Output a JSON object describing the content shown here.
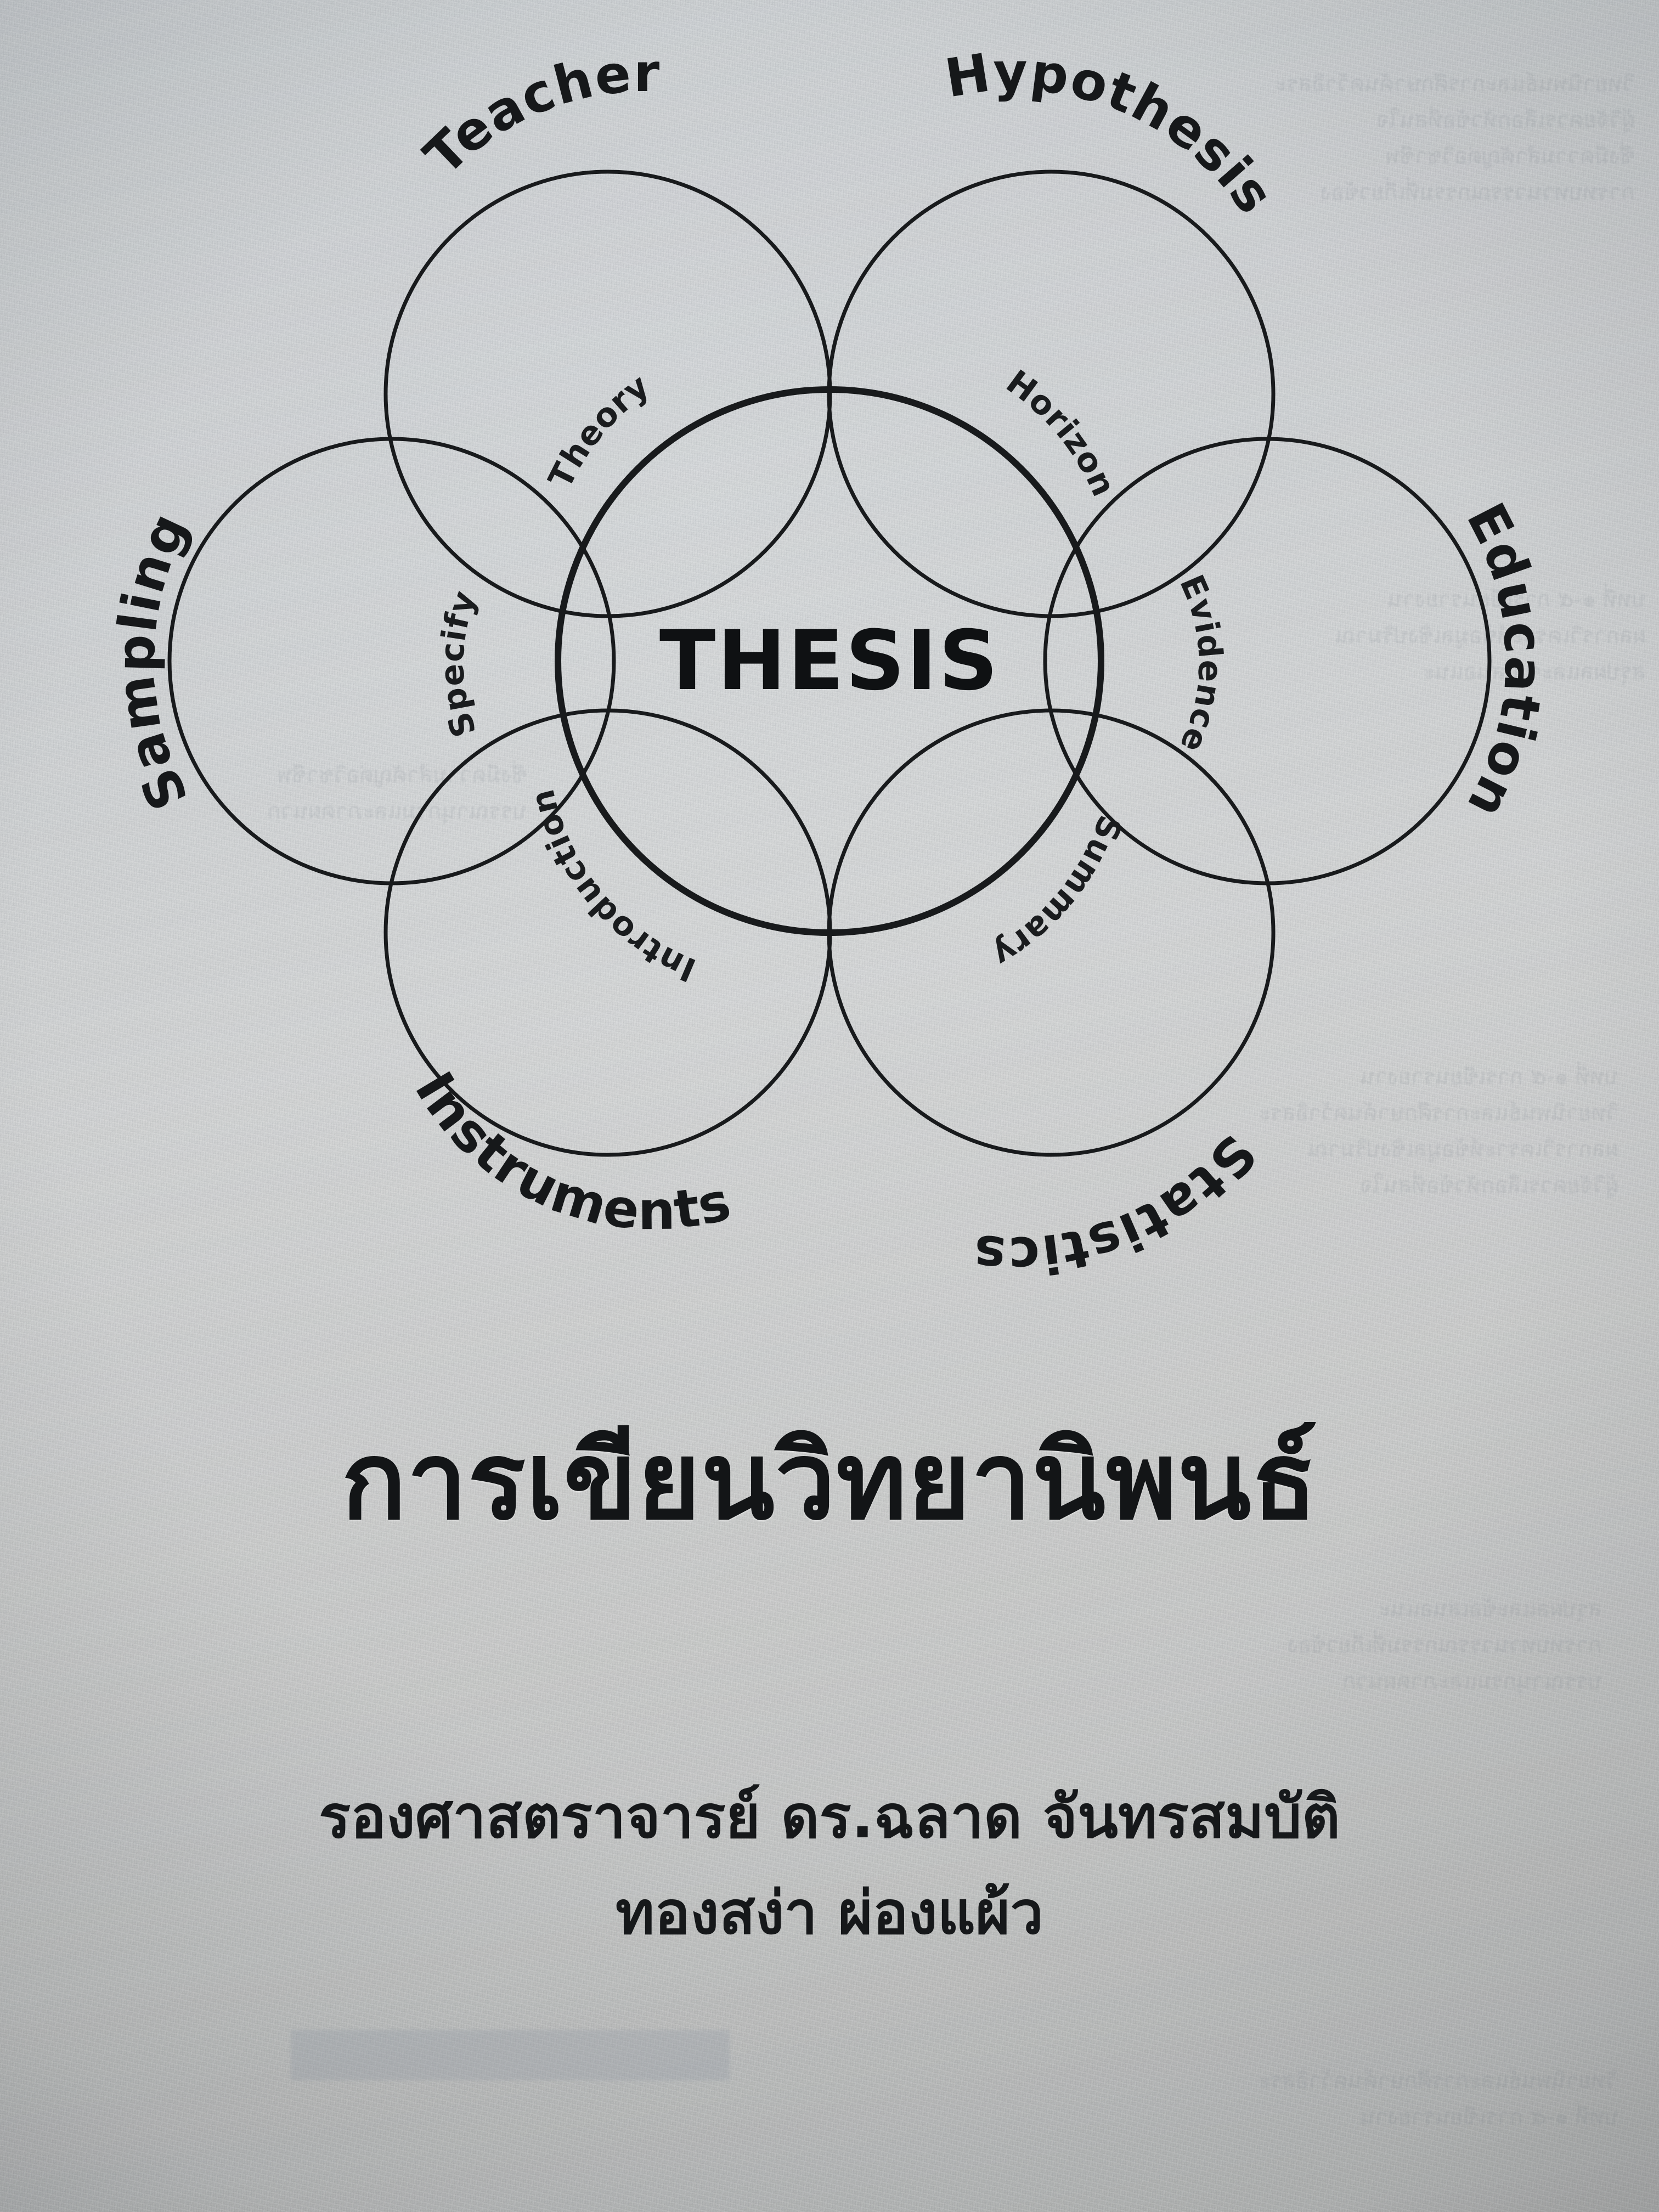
{
  "cover": {
    "title_thai": "การเขียนวิทยานิพนธ์",
    "author_line_1": "รองศาสตราจารย์ ดร.ฉลาด จันทรสมบัติ",
    "author_line_2": "ทองสง่า ผ่องแผ้ว"
  },
  "colors": {
    "paper": "#d4d6d7",
    "ink": "#181a1c",
    "bleed": "#7f868f"
  },
  "chart_data": {
    "type": "diagram",
    "subtype": "venn-flower",
    "title": "THESIS",
    "center_label": "THESIS",
    "outer_count": 6,
    "outer_labels": [
      "Teacher",
      "Hypothesis",
      "Education",
      "Statistics",
      "Instruments",
      "Sampling"
    ],
    "intersection_labels": [
      "Theory",
      "Horizon",
      "Evidence",
      "Summary",
      "Introduction",
      "Specify"
    ],
    "petals": [
      {
        "outer": "Teacher",
        "intersection": "Theory",
        "angle_deg": -120
      },
      {
        "outer": "Hypothesis",
        "intersection": "Horizon",
        "angle_deg": -60
      },
      {
        "outer": "Education",
        "intersection": "Evidence",
        "angle_deg": 0
      },
      {
        "outer": "Statistics",
        "intersection": "Summary",
        "angle_deg": 60
      },
      {
        "outer": "Instruments",
        "intersection": "Introduction",
        "angle_deg": 120
      },
      {
        "outer": "Sampling",
        "intersection": "Specify",
        "angle_deg": 180
      }
    ],
    "legend": null,
    "grid": false
  },
  "diagram": {
    "center": {
      "label": "THESIS"
    },
    "nodes": [
      {
        "id": "teacher",
        "label": "Teacher",
        "petal": "Theory",
        "label_rotation": -38
      },
      {
        "id": "hypothesis",
        "label": "Hypothesis",
        "petal": "Horizon",
        "label_rotation": 38
      },
      {
        "id": "education",
        "label": "Education",
        "petal": "Evidence",
        "label_rotation": 90
      },
      {
        "id": "statistics",
        "label": "Statistics",
        "petal": "Summary",
        "label_rotation": -38
      },
      {
        "id": "instruments",
        "label": "Instruments",
        "petal": "Introduction",
        "label_rotation": 38
      },
      {
        "id": "sampling",
        "label": "Sampling",
        "petal": "Specify",
        "label_rotation": -90
      }
    ]
  },
  "bleed_through": {
    "note_visible": true,
    "lines": [
      "วิทยานิพนธ์และการศึกษาค้นคว้าอิสระ",
      "ผู้วิจัยควรเลือกหัวข้อที่สนใจ",
      "ซึ่งมีความสำคัญต่อวิชาชีพ",
      "การทบทวนวรรณกรรมที่เกี่ยวข้อง",
      "บทที่ ๑-๕ การเขียนรายงาน",
      "ผลการวิเคราะห์ข้อมูลเชิงปริมาณ",
      "สรุปผลและข้อเสนอแนะ",
      "บรรณานุกรมและภาคผนวก"
    ]
  }
}
